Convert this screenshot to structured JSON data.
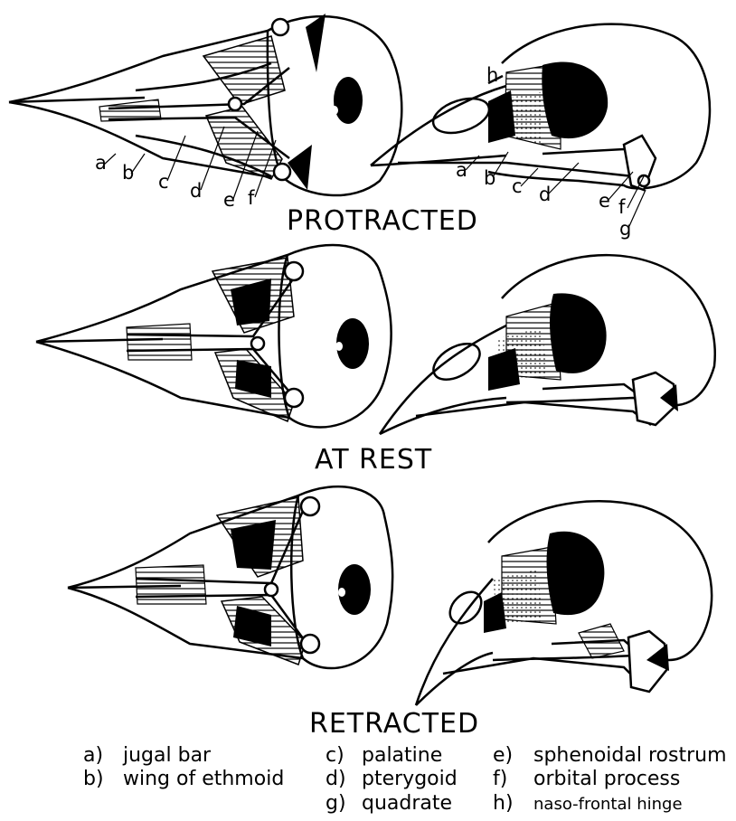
{
  "states": [
    {
      "id": "protracted",
      "title": "PROTRACTED"
    },
    {
      "id": "at-rest",
      "title": "AT REST"
    },
    {
      "id": "retracted",
      "title": "RETRACTED"
    }
  ],
  "labels": {
    "a": "a",
    "b": "b",
    "c": "c",
    "d": "d",
    "e": "e",
    "f": "f",
    "g": "g",
    "h": "h"
  },
  "legend": [
    {
      "key": "a)",
      "text": "jugal bar"
    },
    {
      "key": "b)",
      "text": "wing of ethmoid"
    },
    {
      "key": "c)",
      "text": "palatine"
    },
    {
      "key": "d)",
      "text": "pterygoid"
    },
    {
      "key": "g)",
      "text": "quadrate"
    },
    {
      "key": "e)",
      "text": "sphenoidal rostrum"
    },
    {
      "key": "f)",
      "text": "orbital process"
    },
    {
      "key": "h)",
      "text": "naso-frontal hinge"
    }
  ]
}
